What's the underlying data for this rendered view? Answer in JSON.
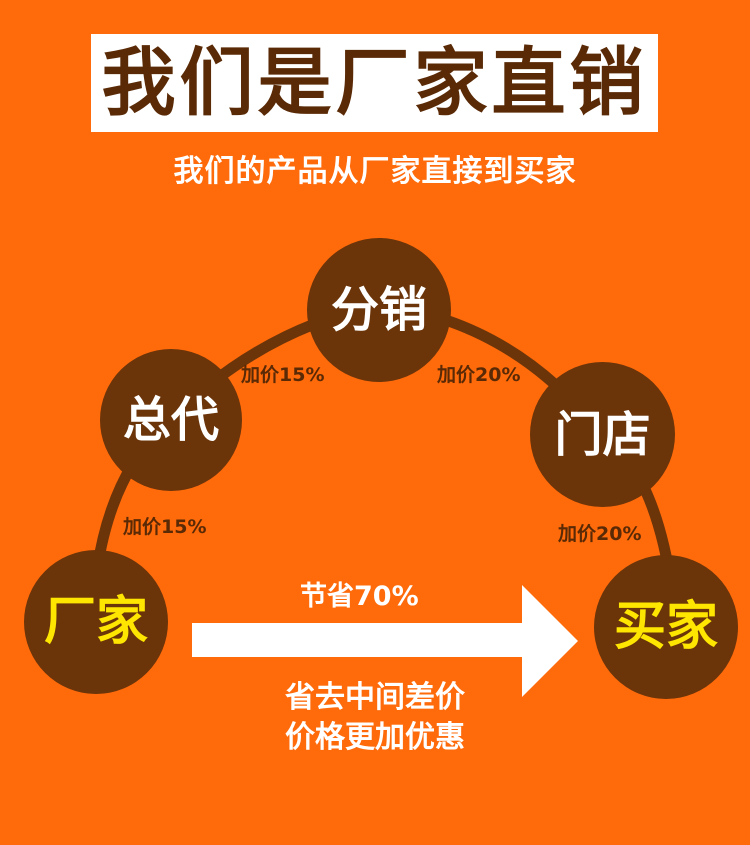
{
  "header": {
    "title": "我们是厂家直销",
    "subtitle": "我们的产品从厂家直接到买家"
  },
  "nodes": {
    "factory": "厂家",
    "agent": "总代",
    "distributor": "分销",
    "store": "门店",
    "buyer": "买家"
  },
  "edges": {
    "factory_agent": "加价15%",
    "agent_distributor": "加价15%",
    "distributor_store": "加价20%",
    "store_buyer": "加价20%"
  },
  "direct": {
    "saving": "节省70%",
    "line1": "省去中间差价",
    "line2": "价格更加优惠"
  },
  "colors": {
    "background": "#ff6a0a",
    "node": "#6b3409",
    "highlight_text": "#ffe600"
  }
}
